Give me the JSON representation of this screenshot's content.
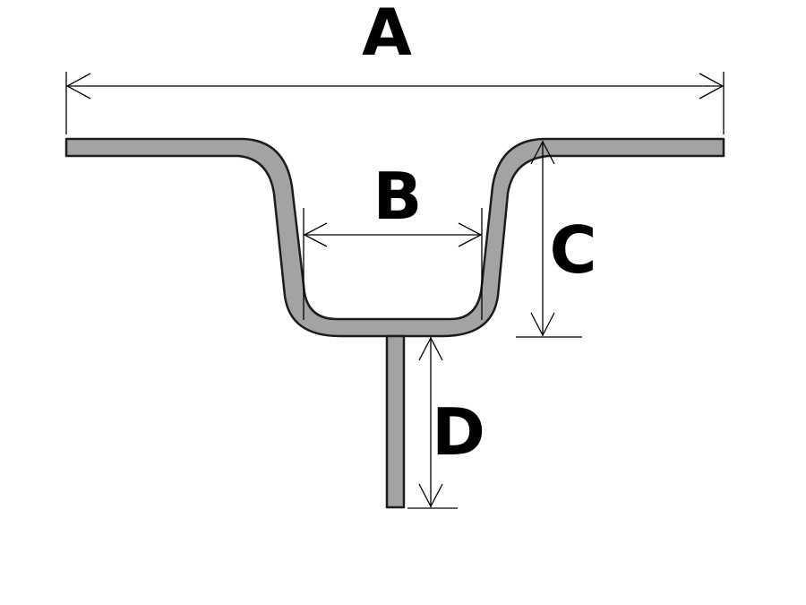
{
  "dimensions": {
    "a": "A",
    "b": "B",
    "c": "C",
    "d": "D"
  },
  "colors": {
    "profile_fill": "#a3a3a3",
    "profile_stroke": "#1c1c1c",
    "dimension_line": "#000000"
  }
}
